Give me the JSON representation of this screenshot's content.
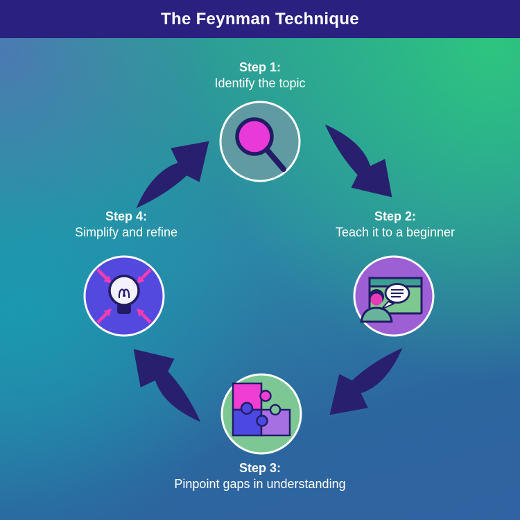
{
  "header": {
    "title": "The Feynman Technique"
  },
  "steps": [
    {
      "label": "Step 1:",
      "description": "Identify the topic",
      "icon": "magnifier-icon",
      "circle_color": "#5f9ba1"
    },
    {
      "label": "Step 2:",
      "description": "Teach it to a beginner",
      "icon": "teaching-board-icon",
      "circle_color": "#9d5fd4"
    },
    {
      "label": "Step 3:",
      "description": "Pinpoint gaps in understanding",
      "icon": "puzzle-icon",
      "circle_color": "#7cc794"
    },
    {
      "label": "Step 4:",
      "description": "Simplify and refine",
      "icon": "lightbulb-icon",
      "circle_color": "#5449df"
    }
  ],
  "cycle": {
    "arrow_color": "#28206e",
    "direction": "clockwise"
  },
  "palette": {
    "header_bg": "#2a2080",
    "text": "#ffffff",
    "outline_navy": "#221c66",
    "lens_pink": "#e93ad8",
    "inward_arrow_pink": "#fa3cb4",
    "board_green": "#7cc88e",
    "board_strip_teal": "#3d9f94",
    "shirt_teal": "#68b39c",
    "face_pink": "#e93ab8",
    "puzzle_pink": "#ee3ed4",
    "puzzle_blue": "#4c49e2",
    "puzzle_purple": "#a770e2",
    "bulb_white": "#f3f2fc",
    "bg_top_right_green": "#2fc07c",
    "bg_top_left_blue": "#4a74b3",
    "bg_left_cyan": "#1d98ac",
    "bg_bottom_blue": "#2b5f9b"
  }
}
